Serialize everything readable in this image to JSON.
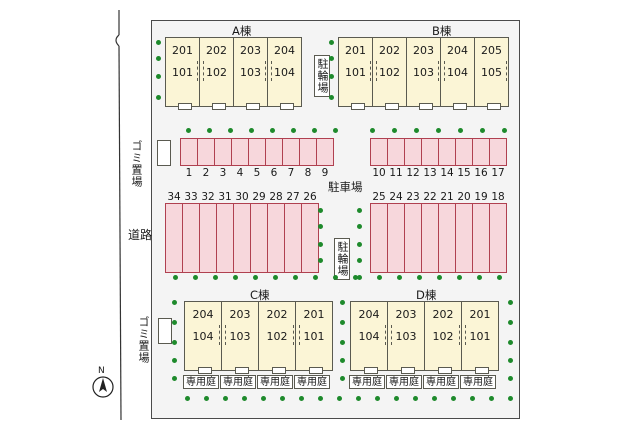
{
  "labels": {
    "buildingA": "A棟",
    "buildingB": "B棟",
    "buildingC": "C棟",
    "buildingD": "D棟",
    "bikeParking": "駐輪場",
    "carParking": "駐車場",
    "road": "道路",
    "garbage": "ゴミ置場",
    "garden": "専用庭",
    "north": "N"
  },
  "buildingA": {
    "upper": [
      "201",
      "202",
      "203",
      "204"
    ],
    "lower": [
      "101",
      "102",
      "103",
      "104"
    ]
  },
  "buildingB": {
    "upper": [
      "201",
      "202",
      "203",
      "204",
      "205"
    ],
    "lower": [
      "101",
      "102",
      "103",
      "104",
      "105"
    ]
  },
  "buildingC": {
    "upper": [
      "204",
      "203",
      "202",
      "201"
    ],
    "lower": [
      "104",
      "103",
      "102",
      "101"
    ]
  },
  "buildingD": {
    "upper": [
      "204",
      "203",
      "202",
      "201"
    ],
    "lower": [
      "104",
      "103",
      "102",
      "101"
    ]
  },
  "parking": {
    "rowTopLeft": [
      "1",
      "2",
      "3",
      "4",
      "5",
      "6",
      "7",
      "8",
      "9"
    ],
    "rowTopRight": [
      "10",
      "11",
      "12",
      "13",
      "14",
      "15",
      "16",
      "17"
    ],
    "rowBottomLeft": [
      "34",
      "33",
      "32",
      "31",
      "30",
      "29",
      "28",
      "27",
      "26"
    ],
    "rowBottomRight": [
      "25",
      "24",
      "23",
      "22",
      "21",
      "20",
      "19",
      "18"
    ]
  },
  "colors": {
    "unit": "#fbf5d6",
    "parking": "#f7d7dc",
    "tree": "#1e8a2c"
  }
}
